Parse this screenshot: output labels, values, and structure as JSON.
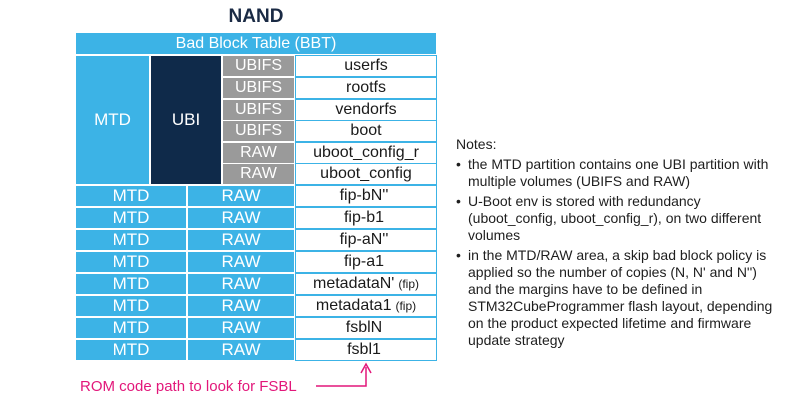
{
  "title": "NAND",
  "bbt_label": "Bad Block Table (BBT)",
  "mtd_label": "MTD",
  "ubi_label": "UBI",
  "ubi_volumes": [
    {
      "type": "UBIFS",
      "name": "userfs"
    },
    {
      "type": "UBIFS",
      "name": "rootfs"
    },
    {
      "type": "UBIFS",
      "name": "vendorfs"
    },
    {
      "type": "UBIFS",
      "name": "boot"
    },
    {
      "type": "RAW",
      "name": "uboot_config_r"
    },
    {
      "type": "RAW",
      "name": "uboot_config"
    }
  ],
  "raw_partitions": [
    {
      "mtd": "MTD",
      "type": "RAW",
      "name": "fip-bN''",
      "note": ""
    },
    {
      "mtd": "MTD",
      "type": "RAW",
      "name": "fip-b1",
      "note": ""
    },
    {
      "mtd": "MTD",
      "type": "RAW",
      "name": "fip-aN''",
      "note": ""
    },
    {
      "mtd": "MTD",
      "type": "RAW",
      "name": "fip-a1",
      "note": ""
    },
    {
      "mtd": "MTD",
      "type": "RAW",
      "name": "metadataN'",
      "note": "(fip)"
    },
    {
      "mtd": "MTD",
      "type": "RAW",
      "name": "metadata1",
      "note": "(fip)"
    },
    {
      "mtd": "MTD",
      "type": "RAW",
      "name": "fsblN",
      "note": ""
    },
    {
      "mtd": "MTD",
      "type": "RAW",
      "name": "fsbl1",
      "note": ""
    }
  ],
  "rom_annotation": "ROM code path to look for FSBL",
  "colors": {
    "blue": "#3cb3e6",
    "navy": "#0f2a4a",
    "grey": "#9a9a9a",
    "pink": "#e2177a"
  },
  "notes": {
    "heading": "Notes:",
    "items": [
      "the MTD partition contains one UBI partition with multiple volumes (UBIFS and RAW)",
      "U-Boot env is stored with redundancy (uboot_config, uboot_config_r), on two different volumes",
      "in the MTD/RAW area, a skip bad block policy is applied so the number of copies (N, N' and N'') and the margins have to be defined in STM32CubeProgrammer flash layout, depending on the product expected lifetime and firmware update strategy"
    ]
  }
}
